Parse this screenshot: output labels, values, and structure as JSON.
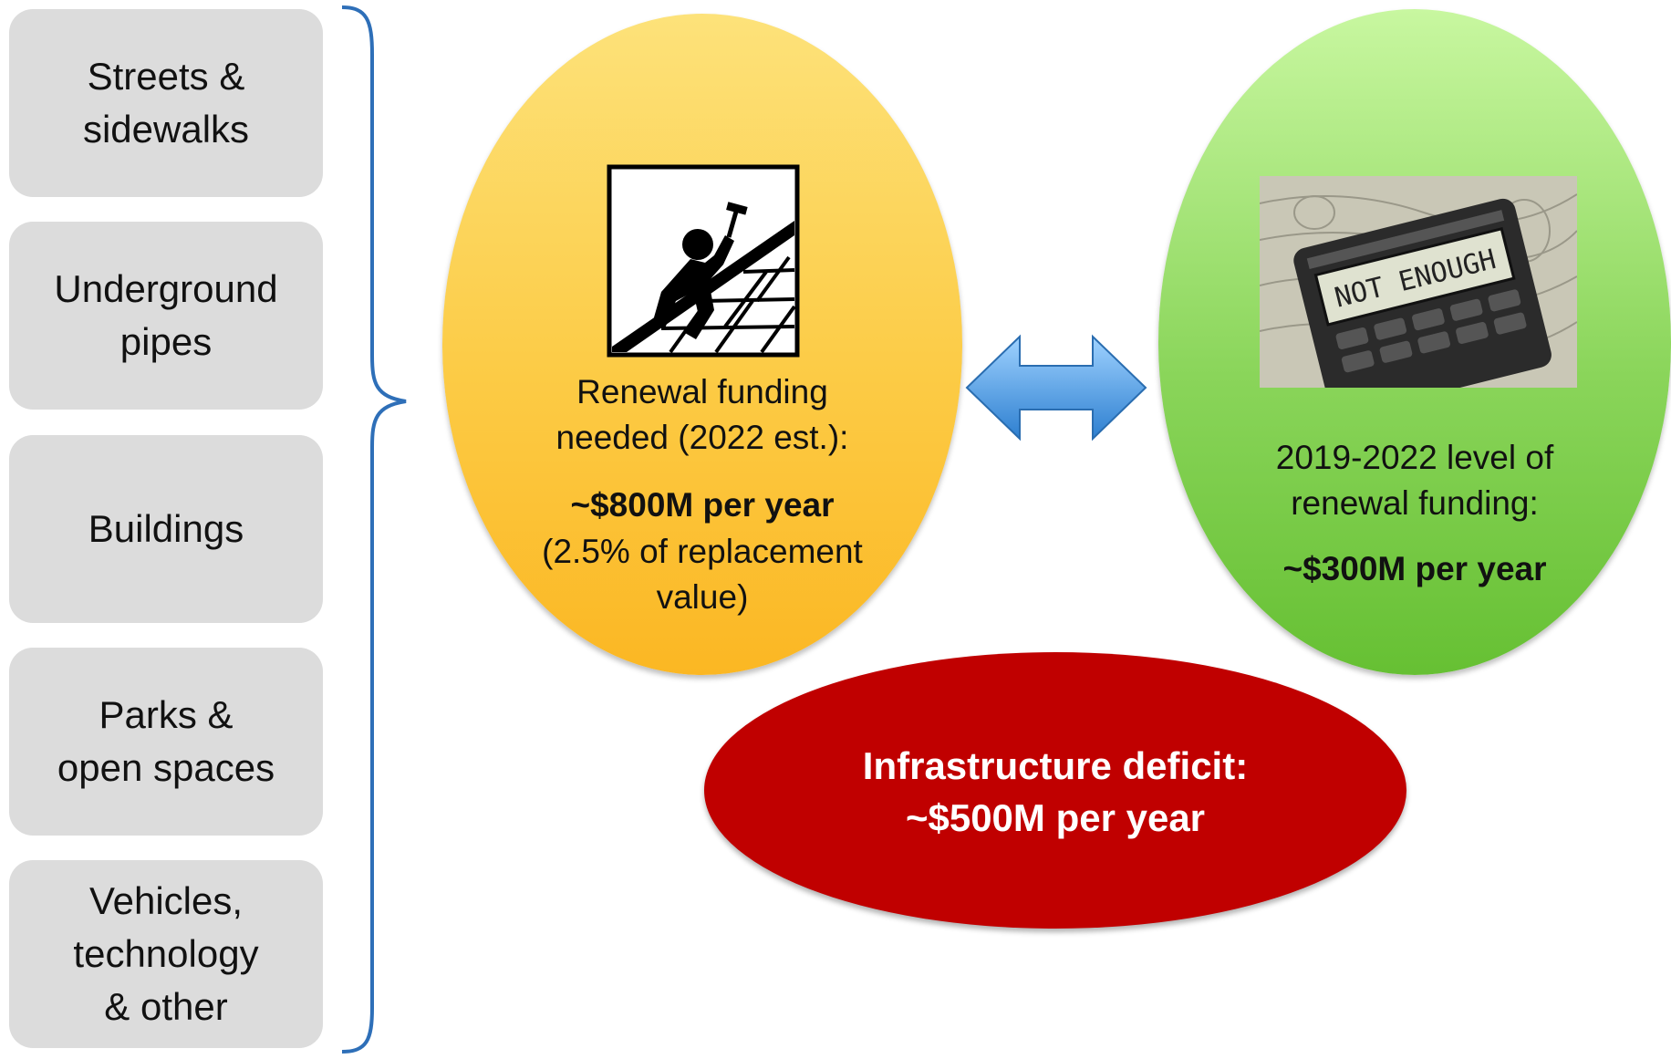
{
  "categories": [
    {
      "lines": [
        "Streets &",
        "sidewalks"
      ]
    },
    {
      "lines": [
        "Underground",
        "pipes"
      ]
    },
    {
      "lines": [
        "Buildings"
      ]
    },
    {
      "lines": [
        "Parks &",
        "open spaces"
      ]
    },
    {
      "lines": [
        "Vehicles,",
        "technology",
        "& other"
      ]
    }
  ],
  "needed": {
    "line1": "Renewal funding",
    "line2": "needed (2022 est.):",
    "amount": "~$800M per year",
    "note1": "(2.5% of replacement",
    "note2": "value)",
    "icon": "roofer-icon",
    "color": "#fbb723"
  },
  "current": {
    "line1": "2019-2022 level of",
    "line2": "renewal funding:",
    "amount": "~$300M per year",
    "icon": "calculator-icon",
    "calculator_display": "NOT ENOUGH",
    "color": "#66c033"
  },
  "deficit": {
    "line1": "Infrastructure deficit:",
    "line2": "~$500M per year",
    "color": "#c00000"
  },
  "arrow": {
    "icon": "double-arrow-icon",
    "color": "#3a8fd8"
  }
}
